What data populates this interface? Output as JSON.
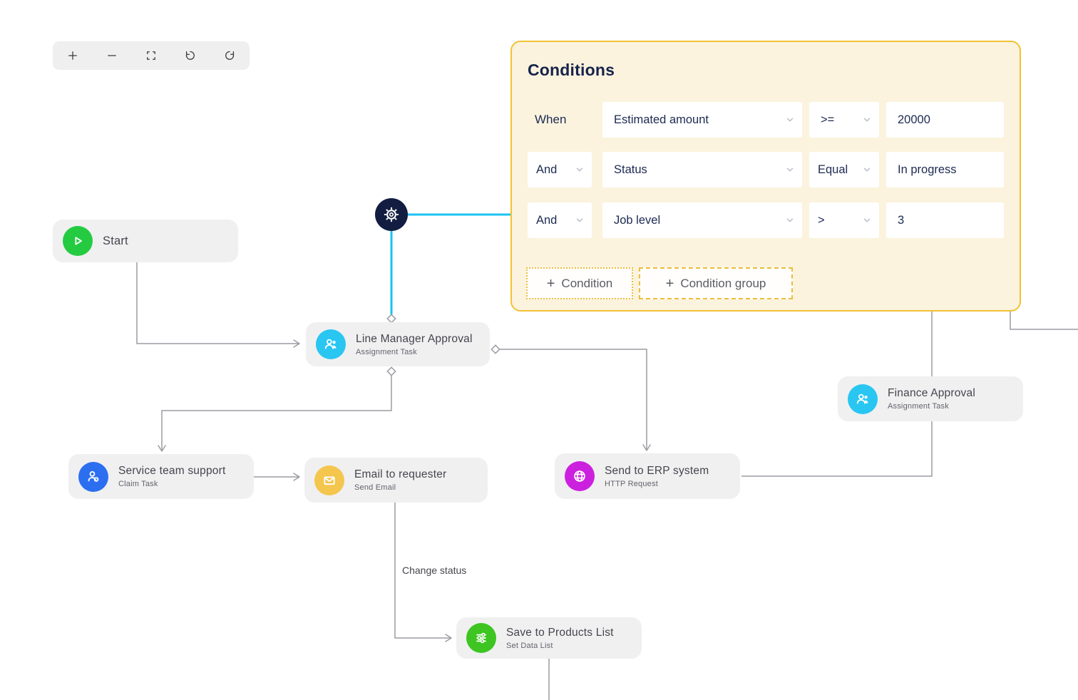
{
  "toolbar": {
    "buttons": [
      {
        "icon": "zoom-in-icon"
      },
      {
        "icon": "zoom-out-icon"
      },
      {
        "icon": "fit-view-icon"
      },
      {
        "icon": "undo-icon"
      },
      {
        "icon": "redo-icon"
      }
    ]
  },
  "conditions_panel": {
    "title": "Conditions",
    "rows": [
      {
        "connector": "When",
        "field": "Estimated amount",
        "operator": ">=",
        "value": "20000"
      },
      {
        "connector": "And",
        "field": "Status",
        "operator": "Equal",
        "value": "In progress"
      },
      {
        "connector": "And",
        "field": "Job level",
        "operator": ">",
        "value": "3"
      }
    ],
    "buttons": {
      "plus": "+",
      "add_condition": "Condition",
      "add_condition_group": "Condition group"
    }
  },
  "nodes": {
    "start": {
      "title": "Start"
    },
    "line_manager": {
      "title": "Line Manager Approval",
      "subtitle": "Assignment Task"
    },
    "finance": {
      "title": "Finance Approval",
      "subtitle": "Assignment Task"
    },
    "service": {
      "title": "Service team support",
      "subtitle": "Claim Task"
    },
    "email": {
      "title": "Email to requester",
      "subtitle": "Send Email"
    },
    "erp": {
      "title": "Send to ERP system",
      "subtitle": "HTTP Request"
    },
    "save": {
      "title": "Save to Products List",
      "subtitle": "Set Data List"
    }
  },
  "edge_labels": {
    "change_status": "Change status"
  },
  "colors": {
    "panel_bg": "#FBF3DE",
    "panel_border": "#F2C233",
    "accent_cyan": "#1BC3F2",
    "edge_gray": "#9B9BA3",
    "node_bg": "#F0F0F1",
    "start_green": "#24CB41",
    "assignment_cyan": "#29C6F2",
    "claim_blue": "#2B6FF0",
    "email_amber": "#F4C64E",
    "http_magenta": "#CC20DF",
    "data_green": "#3EC522",
    "gear_navy": "#121D41",
    "title_navy": "#16234B"
  }
}
